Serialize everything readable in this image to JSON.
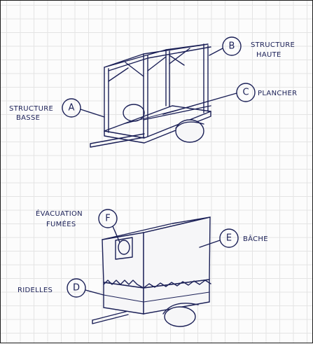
{
  "callouts": {
    "a": {
      "letter": "A",
      "line1": "STRUCTURE",
      "line2": "BASSE"
    },
    "b": {
      "letter": "B",
      "line1": "STRUCTURE",
      "line2": "HAUTE"
    },
    "c": {
      "letter": "C",
      "line1": "PLANCHER"
    },
    "f": {
      "letter": "F",
      "line1": "ÉVACUATION",
      "line2": "FUMÉES"
    },
    "e": {
      "letter": "E",
      "line1": "BÂCHE"
    },
    "d": {
      "letter": "D",
      "line1": "RIDELLES"
    }
  }
}
